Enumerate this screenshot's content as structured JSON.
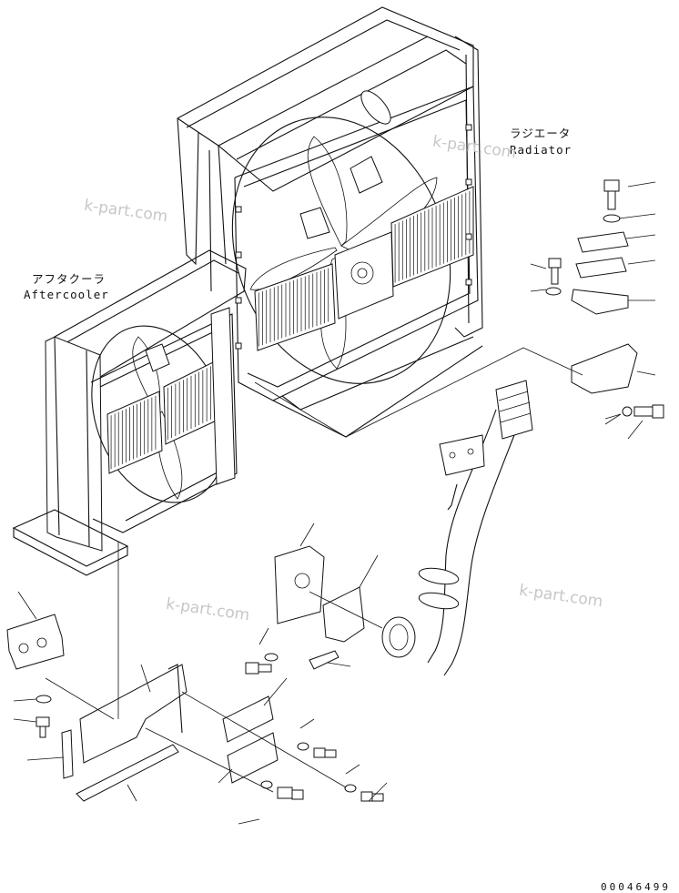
{
  "labels": {
    "radiator_jp": "ラジエータ",
    "radiator_en": "Radiator",
    "aftercooler_jp": "アフタクーラ",
    "aftercooler_en": "Aftercooler"
  },
  "watermarks": [
    "k-part.com",
    "k-part.com",
    "k-part.com",
    "k-part.com"
  ],
  "drawing_code": "00046499"
}
